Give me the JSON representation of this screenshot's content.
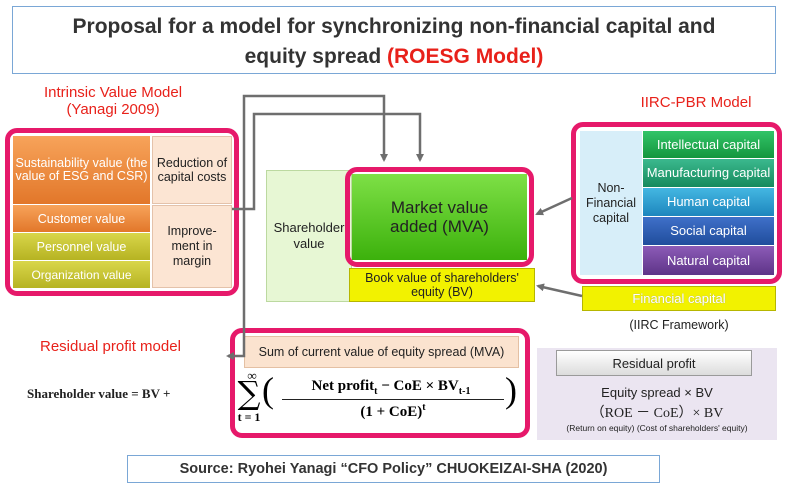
{
  "title": {
    "line1": "Proposal for a model for synchronizing non-financial capital and",
    "line2_prefix": "equity spread ",
    "line2_highlight": "(ROESG Model)"
  },
  "intrinsic": {
    "label_line1": "Intrinsic Value Model",
    "label_line2": "(Yanagi 2009)",
    "sustainability": "Sustainability value (the value of ESG and CSR)",
    "customer": "Customer value",
    "personnel": "Personnel value",
    "organization": "Organization value",
    "reduction": "Reduction of capital costs",
    "improvement": "Improve-ment in margin"
  },
  "center": {
    "shareholder_value": "Shareholder value",
    "mva": "Market value added (MVA)",
    "bv": "Book value of shareholders' equity (BV)"
  },
  "iirc": {
    "label": "IIRC-PBR Model",
    "nonfinancial": "Non-Financial capital",
    "capitals": [
      "Intellectual capital",
      "Manufacturing capital",
      "Human capital",
      "Social capital",
      "Natural capital"
    ],
    "financial": "Financial capital",
    "framework": "(IIRC Framework)"
  },
  "residual": {
    "label": "Residual profit model",
    "sum_box": "Sum of current value of equity spread (MVA)",
    "formula": {
      "lhs": "Shareholder value = BV +",
      "sum_top": "∞",
      "sum_sign": "∑",
      "sum_bottom": "t = 1",
      "numerator": "Net profit",
      "num_sub1": "t",
      "num_minus": " − CoE × BV",
      "num_sub2": "t-1",
      "denominator": "(1 + CoE)",
      "den_sup": "t"
    },
    "panel_title": "Residual profit",
    "spread_line": "Equity spread × BV",
    "roe_line": "（ROE － CoE）× BV",
    "note": "(Return on equity) (Cost of shareholders' equity)"
  },
  "source": "Source: Ryohei Yanagi “CFO Policy” CHUOKEIZAI-SHA (2020)",
  "colors": {
    "accent_pink": "#e6196a",
    "title_red": "#e8211a",
    "mva_green": "#55d41e",
    "bv_yellow": "#f2f200"
  }
}
